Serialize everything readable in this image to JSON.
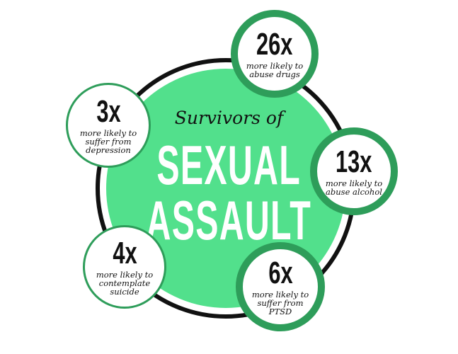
{
  "heading": {
    "line1": "Survivors of",
    "line2": "SEXUAL",
    "line3": "ASSAULT"
  },
  "colors": {
    "green_fill": "#52e08c",
    "green_border": "#2e9d5a",
    "ring": "#111111"
  },
  "stats": [
    {
      "value": "26x",
      "text": "more likely to abuse drugs"
    },
    {
      "value": "3x",
      "text": "more likely to suffer from depression"
    },
    {
      "value": "13x",
      "text": "more likely to abuse alcohol"
    },
    {
      "value": "4x",
      "text": "more likely to contemplate suicide"
    },
    {
      "value": "6x",
      "text": "more likely to suffer from PTSD"
    }
  ]
}
